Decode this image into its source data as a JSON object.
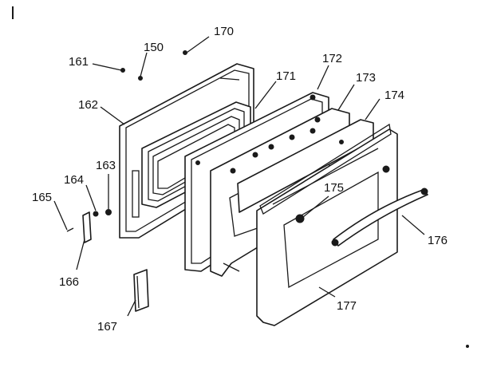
{
  "labels": {
    "p150": "150",
    "p161": "161",
    "p162": "162",
    "p163": "163",
    "p164": "164",
    "p165": "165",
    "p166": "166",
    "p167": "167",
    "p170": "170",
    "p171": "171",
    "p172": "172",
    "p173": "173",
    "p174": "174",
    "p175": "175",
    "p176": "176",
    "p177": "177"
  },
  "colors": {
    "ink": "#1a1a1a",
    "paper": "#ffffff"
  }
}
